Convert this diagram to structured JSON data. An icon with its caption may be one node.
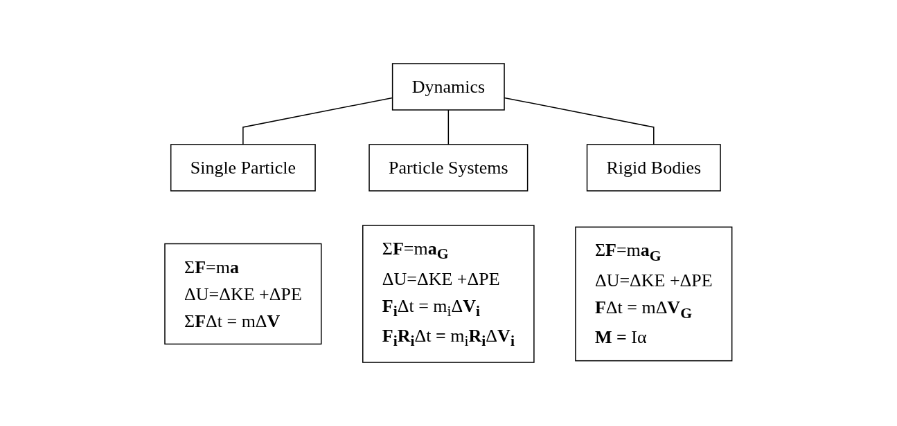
{
  "diagram": {
    "nodes": [
      {
        "text": [
          "Dynamics"
        ]
      },
      {
        "text": [
          "Single Particle"
        ]
      },
      {
        "text": [
          "Particle Systems"
        ]
      },
      {
        "text": [
          "Rigid Bodies"
        ]
      },
      {
        "text": [
          "Σ**F**=m**a**",
          "ΔU=ΔKE +ΔPE",
          "Σ**F**Δt = mΔ**V**"
        ]
      },
      {
        "text": [
          "Σ**F**=m**a$_{G}$**",
          "ΔU=ΔKE +ΔPE",
          "**F$_{i}$**Δt = m$_{i}$Δ**V$_{i}$**",
          "**F$_{i}$R$_{i}$**Δt **=** m$_{i}$**R$_{i}$**Δ**V$_{i}$**"
        ]
      },
      {
        "text": [
          "Σ**F**=m**a$_{G}$**",
          "ΔU=ΔKE +ΔPE",
          "**F**Δt = mΔ**V$_{G}$**",
          "**M =** Iα"
        ]
      }
    ],
    "edges": [
      {
        "from": 0,
        "to": 1,
        "arrow": "none"
      },
      {
        "from": 0,
        "to": 2,
        "arrow": "none"
      },
      {
        "from": 0,
        "to": 3,
        "arrow": "none"
      }
    ]
  }
}
